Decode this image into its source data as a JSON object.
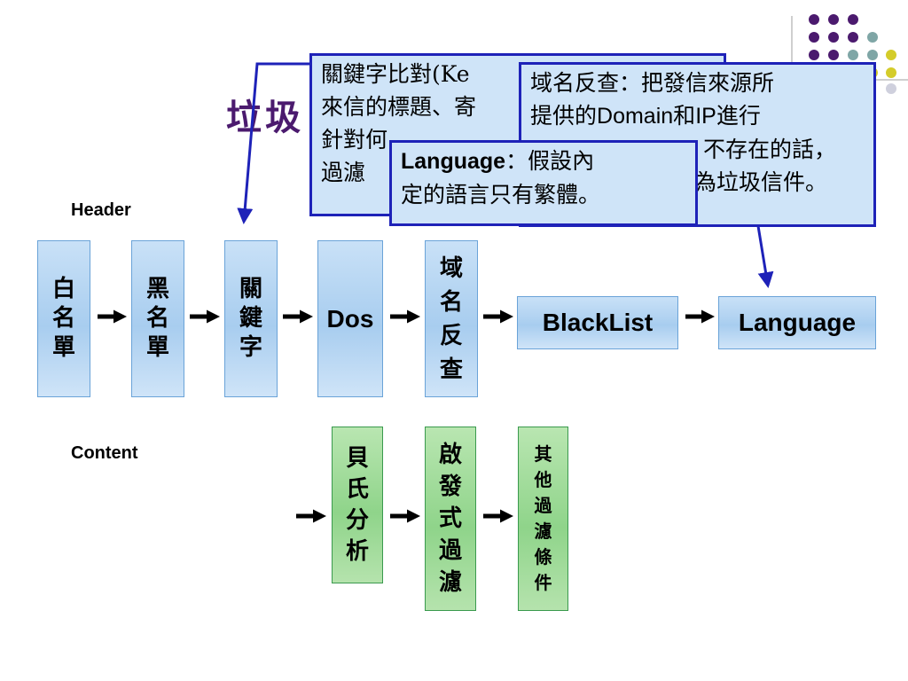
{
  "title": "垃圾",
  "sections": {
    "header": "Header",
    "content": "Content"
  },
  "header_flow": [
    {
      "id": "whitelist",
      "label": "白名單"
    },
    {
      "id": "blacklist-name",
      "label": "黑名單"
    },
    {
      "id": "keyword",
      "label": "關鍵字"
    },
    {
      "id": "dos",
      "label": "Dos"
    },
    {
      "id": "reverse-domain",
      "label": "域名反查"
    },
    {
      "id": "blacklist",
      "label": "BlackList"
    },
    {
      "id": "language",
      "label": "Language"
    }
  ],
  "content_flow": [
    {
      "id": "bayes",
      "label": "貝氏分析"
    },
    {
      "id": "heuristic",
      "label": "啟發式過濾"
    },
    {
      "id": "other",
      "label": "其他過濾條件"
    }
  ],
  "callouts": {
    "keyword": {
      "lines": [
        "關鍵字比對(Ke",
        "來信的標題、寄",
        "針對何",
        "過濾"
      ]
    },
    "reverse": {
      "lines": [
        "域名反查：把發信來源所",
        "提供的",
        "Domain",
        "和",
        "IP",
        "進行",
        "不存在的話，",
        "為垃圾信件。"
      ]
    },
    "language": {
      "keyword": "Language",
      "text1": "：假設內",
      "line2": "定的語言只有繁體。"
    }
  },
  "colors": {
    "title": "#4b1a6e",
    "callout_border": "#1e22b8",
    "callout_fill": "#cfe4f8",
    "box_blue": "#a8cdef",
    "box_green": "#8fd48a",
    "dot_purple": "#4b1a6e",
    "dot_teal": "#7fa6a6",
    "dot_yellow": "#d4cc2a",
    "dot_gray": "#cfd0dd"
  }
}
